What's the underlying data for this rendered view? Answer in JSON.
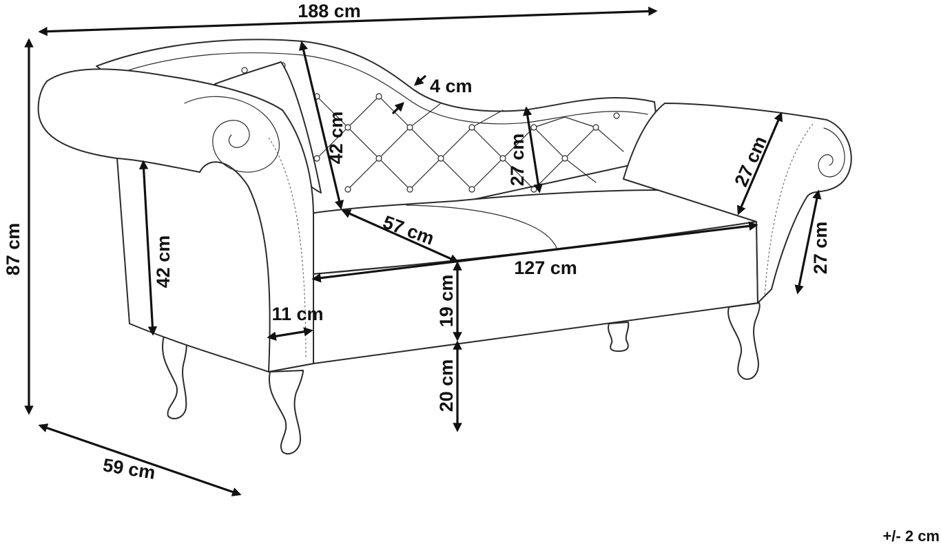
{
  "dimensions": {
    "total_length": "188 cm",
    "total_height": "87 cm",
    "depth": "59 cm",
    "back_cushion_height": "42 cm",
    "back_thickness": "4 cm",
    "low_back_height": "27 cm",
    "arm_roll_width": "27 cm",
    "arm_front_height": "27 cm",
    "arm_height": "42 cm",
    "arm_width": "11 cm",
    "seat_depth": "57 cm",
    "seat_length": "127 cm",
    "seat_thickness": "19 cm",
    "leg_height": "20 cm"
  },
  "tolerance": "+/- 2 cm",
  "colors": {
    "line": "#2a2a2a",
    "arrow": "#111111",
    "background": "#ffffff"
  }
}
